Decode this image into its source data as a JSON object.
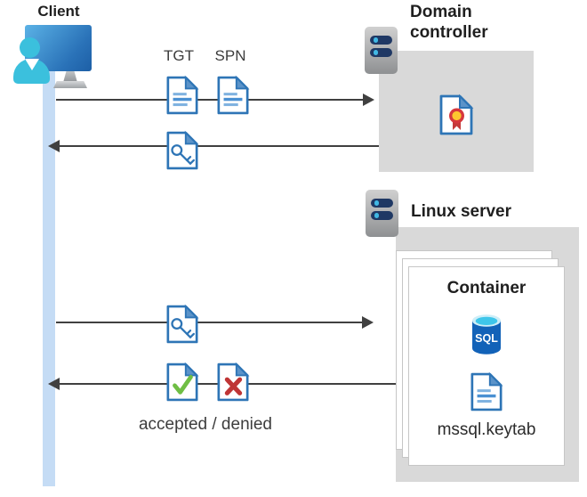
{
  "client": {
    "label": "Client"
  },
  "domain_controller": {
    "label": "Domain controller"
  },
  "linux_server": {
    "label": "Linux server"
  },
  "container": {
    "label": "Container",
    "sql_icon_label": "SQL",
    "keytab_file": "mssql.keytab"
  },
  "flow": {
    "tgt_label": "TGT",
    "spn_label": "SPN",
    "result_label": "accepted / denied"
  },
  "colors": {
    "doc_blue": "#2e75b6",
    "fold_blue": "#5b93c9",
    "line_blue_light": "#7fb2e0",
    "line_blue_dark": "#4a90d2",
    "success_green": "#6fbe44",
    "error_red": "#bf3535",
    "cert_ring_red": "#d6383d",
    "cert_center_yellow": "#fdc72f",
    "zone_gray": "#d9d9d9",
    "lifeline_blue": "#c5dcf5",
    "arrow_gray": "#404040",
    "server_bar_navy": "#1f3864",
    "server_dot_cyan": "#41b8e4",
    "person_cyan": "#3bc0dd",
    "sql_body_blue": "#1262b8",
    "sql_top_cyan": "#3ec6ea"
  }
}
